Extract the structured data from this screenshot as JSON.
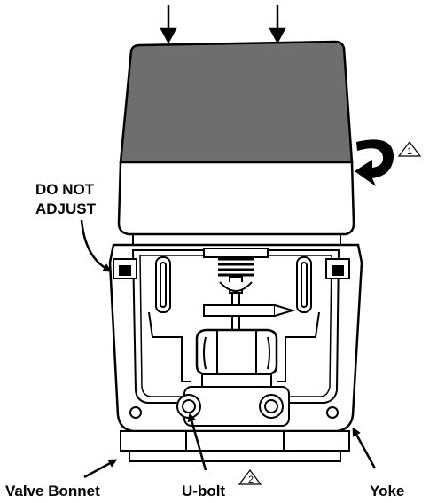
{
  "labels": {
    "do_not": "DO NOT",
    "adjust": "ADJUST",
    "valve_bonnet": "Valve Bonnet",
    "u_bolt": "U-bolt",
    "yoke": "Yoke"
  },
  "callouts": {
    "rotation_note": "1",
    "ubolt_note": "2"
  },
  "colors": {
    "actuator_top": "#6e6e6e",
    "line": "#000000",
    "background": "#ffffff"
  }
}
